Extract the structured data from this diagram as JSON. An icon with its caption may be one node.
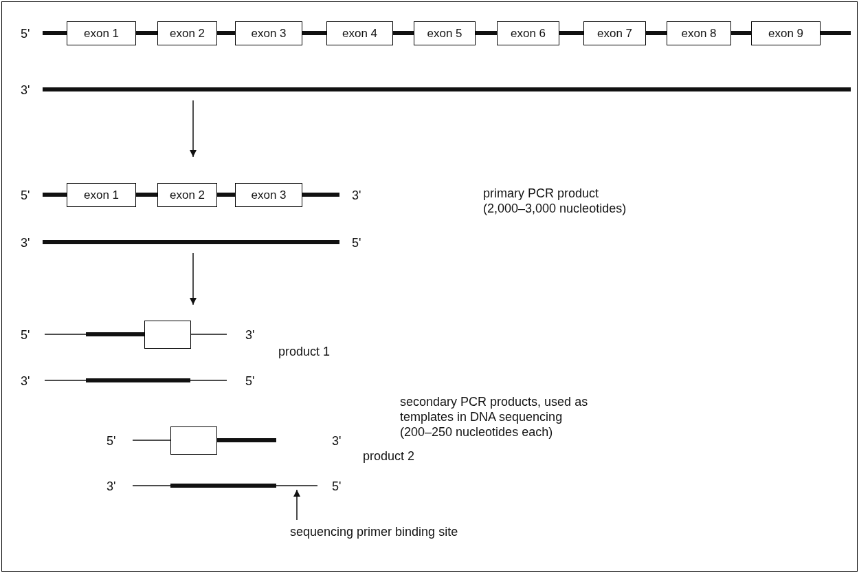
{
  "diagram": {
    "nodes": [
      {
        "text": [],
        "shape": "bar"
      },
      {
        "text": [
          "exon 1"
        ],
        "in": 0
      },
      {
        "text": [
          "exon 2"
        ],
        "in": 0
      },
      {
        "text": [
          "exon 3"
        ],
        "in": 0
      },
      {
        "text": [
          "exon 4"
        ],
        "in": 0
      },
      {
        "text": [
          "exon 5"
        ],
        "in": 0
      },
      {
        "text": [
          "exon 6"
        ],
        "in": 0
      },
      {
        "text": [
          "exon 7"
        ],
        "in": 0
      },
      {
        "text": [
          "exon 8"
        ],
        "in": 0
      },
      {
        "text": [
          "exon 9"
        ],
        "in": 0
      },
      {
        "text": [],
        "shape": "bar"
      },
      {
        "text": [
          "exon 1"
        ],
        "in": 10
      },
      {
        "text": [
          "exon 2"
        ],
        "in": 10
      },
      {
        "text": [
          "exon 3"
        ],
        "in": 10
      },
      {
        "text": [],
        "shape": "bar"
      },
      {
        "text": [],
        "shape": "box",
        "in": 14
      },
      {
        "text": [],
        "shape": "bar"
      },
      {
        "text": [],
        "shape": "box",
        "in": 16
      },
      {
        "text": [
          "sequencing primer binding site"
        ]
      },
      {
        "text": [],
        "shape": "bar",
        "in": 16
      }
    ],
    "edges": [
      {
        "from": 0,
        "to": 10,
        "arrow": "to"
      },
      {
        "from": 10,
        "to": 14,
        "arrow": "to"
      },
      {
        "from": 18,
        "to": 19,
        "arrow": "to"
      }
    ],
    "labels": [
      "5'",
      "3'",
      "5'",
      "3'",
      "primary PCR product (2,000–3,000 nucleotides)",
      "3'",
      "5'",
      "5'",
      "3'",
      "product 1",
      "3'",
      "5'",
      "secondary PCR products, used as templates in DNA sequencing (200–250 nucleotides each)",
      "5'",
      "3'",
      "product 2",
      "3'",
      "5'"
    ]
  }
}
